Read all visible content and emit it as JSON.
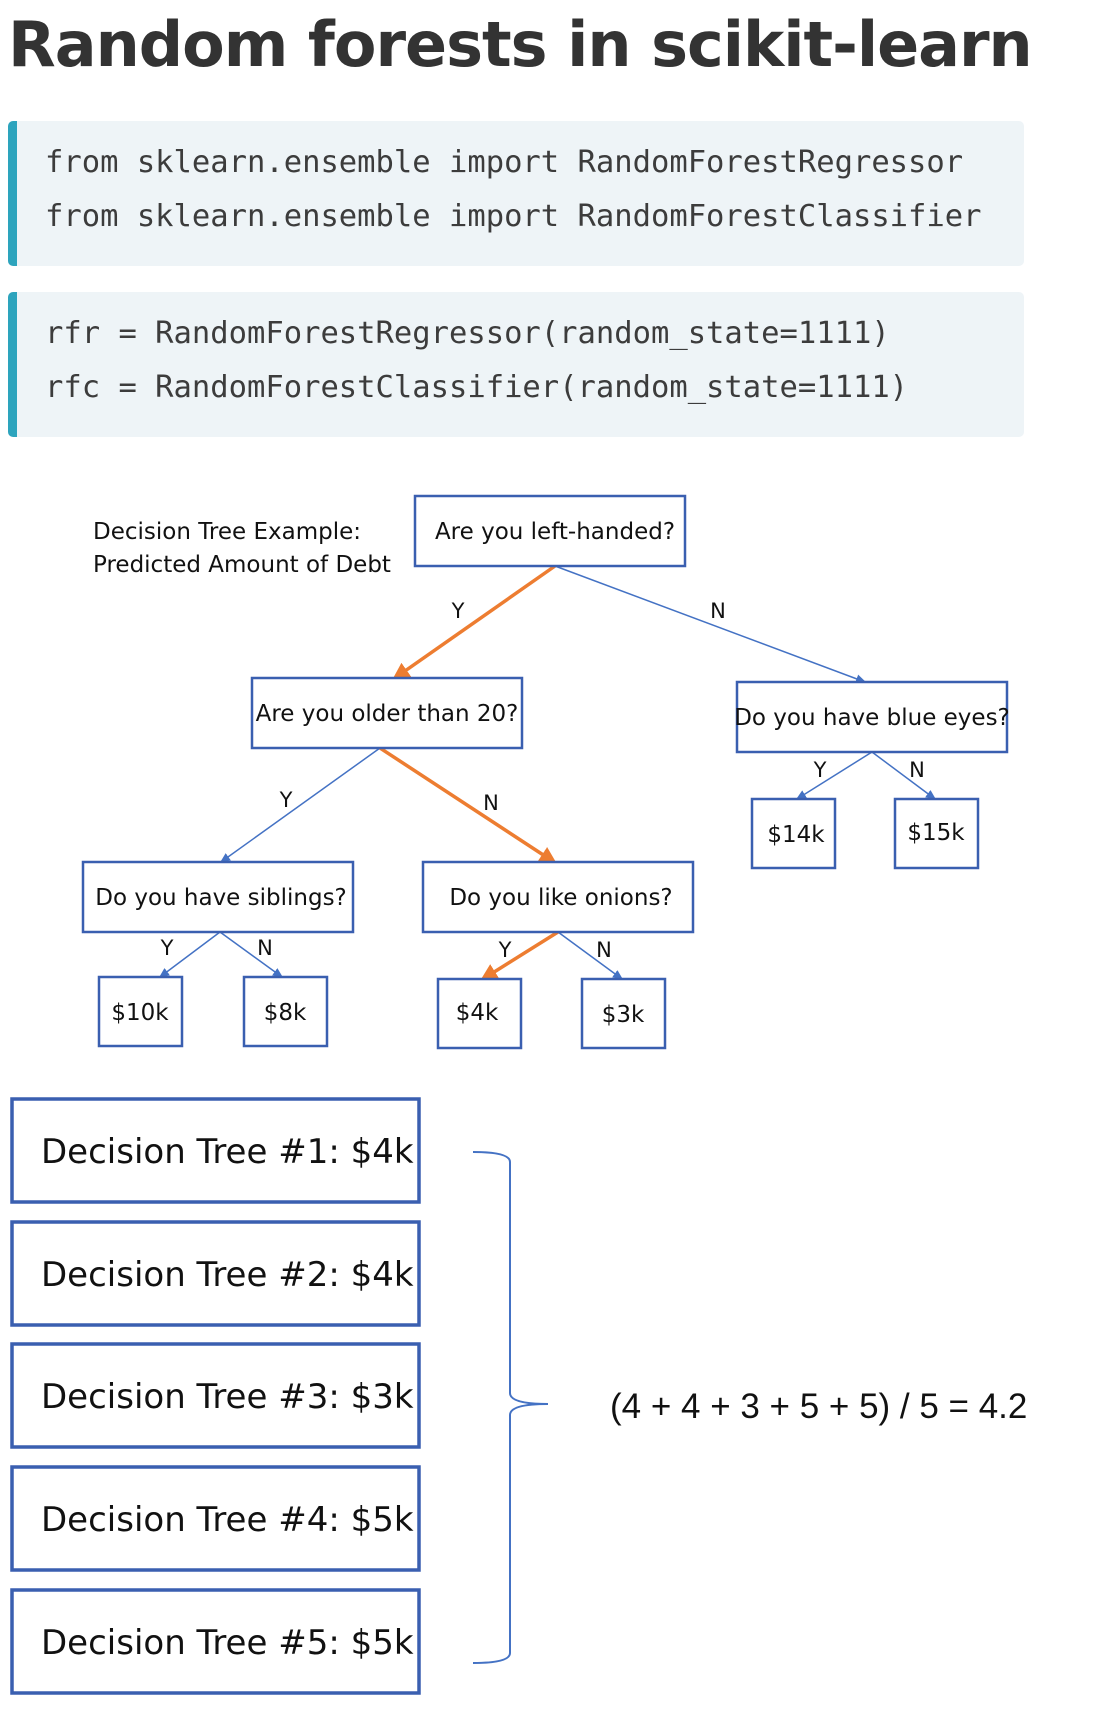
{
  "title": "Random forests in scikit-learn",
  "code_blocks": [
    [
      "from sklearn.ensemble import RandomForestRegressor",
      "from sklearn.ensemble import RandomForestClassifier"
    ],
    [
      "rfr = RandomForestRegressor(random_state=1111)",
      "rfc = RandomForestClassifier(random_state=1111)"
    ]
  ],
  "diagram": {
    "caption": [
      "Decision Tree Example:",
      "Predicted Amount of Debt"
    ],
    "nodes": {
      "root": "Are you left-handed?",
      "older": "Are you older than 20?",
      "blue_eyes": "Do you have blue eyes?",
      "siblings": "Do you have siblings?",
      "onions": "Do you like onions?",
      "leaf_10k": "$10k",
      "leaf_8k": "$8k",
      "leaf_4k": "$4k",
      "leaf_3k": "$3k",
      "leaf_14k": "$14k",
      "leaf_15k": "$15k"
    },
    "edge_labels": {
      "root_older": "Y",
      "root_blue": "N",
      "older_siblings": "Y",
      "older_onions": "N",
      "siblings_10k": "Y",
      "siblings_8k": "N",
      "onions_4k": "Y",
      "onions_3k": "N",
      "blue_14k": "Y",
      "blue_15k": "N"
    },
    "colors": {
      "node_border": "#3a5fb0",
      "edge": "#4472c4",
      "highlight_path": "#ed7d31"
    }
  },
  "ensemble": {
    "trees": [
      "Decision Tree #1: $4k",
      "Decision Tree #2: $4k",
      "Decision Tree #3: $3k",
      "Decision Tree #4: $5k",
      "Decision Tree #5: $5k"
    ],
    "formula": "(4 + 4 + 3 + 5 + 5) / 5 = 4.2"
  }
}
